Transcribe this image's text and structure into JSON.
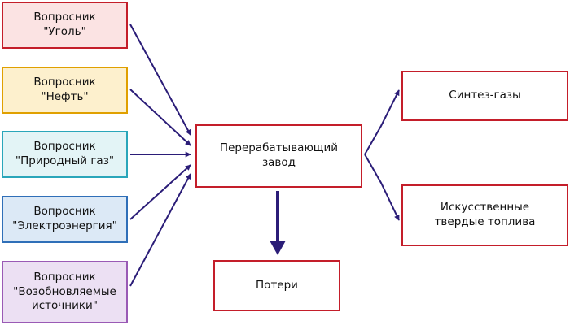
{
  "sources": [
    {
      "line1": "Вопросник",
      "line2": "\"Уголь\"",
      "border": "#c41e2a",
      "fill": "#fbe3e3"
    },
    {
      "line1": "Вопросник",
      "line2": "\"Нефть\"",
      "border": "#e0a000",
      "fill": "#fdf0cd"
    },
    {
      "line1": "Вопросник",
      "line2": "\"Природный газ\"",
      "border": "#2aa6ba",
      "fill": "#e3f4f6"
    },
    {
      "line1": "Вопросник",
      "line2": "\"Электроэнергия\"",
      "border": "#2f6fb8",
      "fill": "#dce9f6"
    },
    {
      "line1": "Вопросник",
      "line2": "\"Возобновляемые",
      "line3": "источники\"",
      "border": "#9a5ab5",
      "fill": "#ece0f3"
    }
  ],
  "plant": {
    "line1": "Перерабатывающий",
    "line2": "завод"
  },
  "losses": {
    "label": "Потери"
  },
  "outputs": [
    {
      "line1": "Синтез-газы"
    },
    {
      "line1": "Искусственные",
      "line2": "твердые топлива"
    }
  ],
  "colors": {
    "arrow": "#2b1d78",
    "output_border": "#c41e2a"
  }
}
